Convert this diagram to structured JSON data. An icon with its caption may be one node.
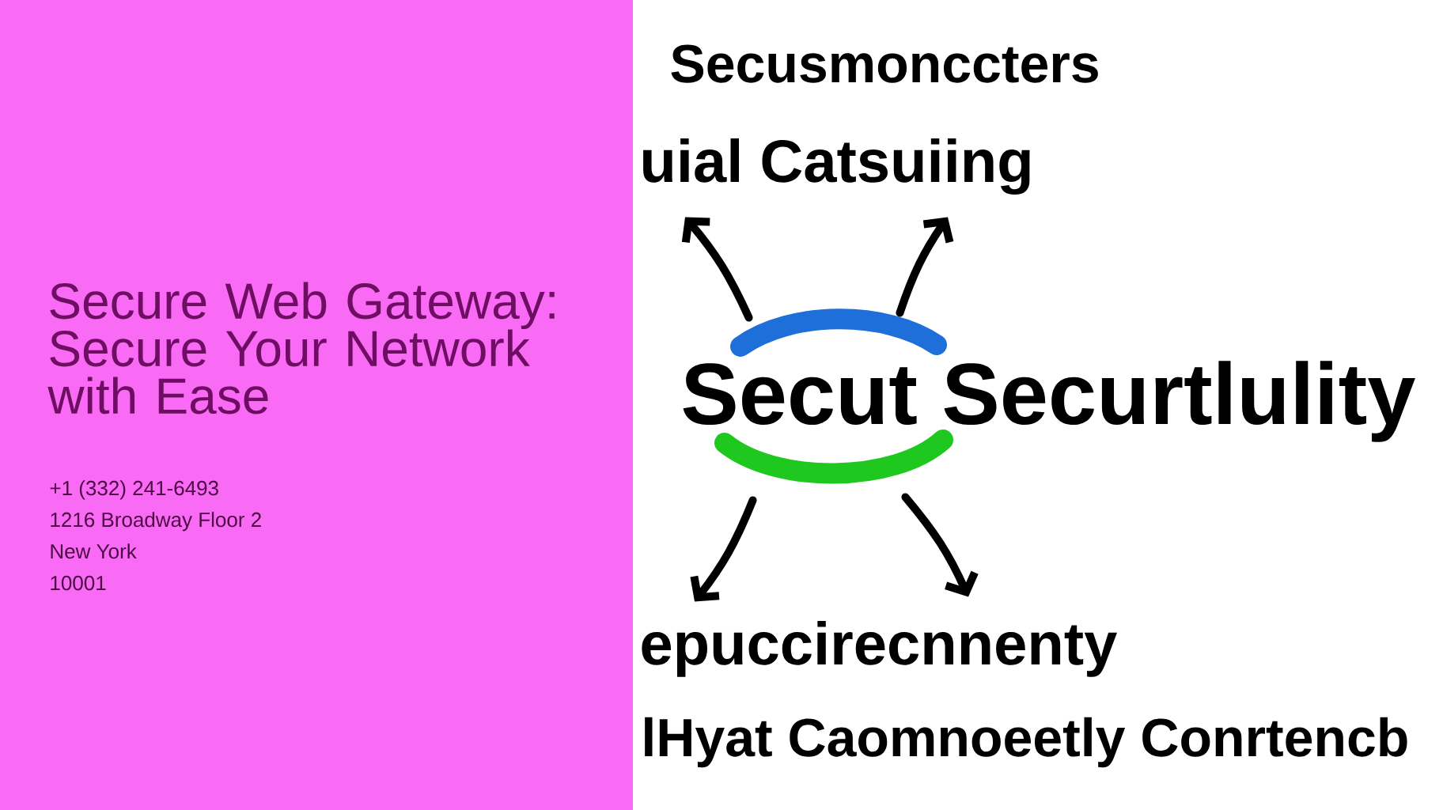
{
  "diagram": {
    "title": "Secure Web Gateway: Secure Your Network with Ease",
    "nodes": [
      {
        "text": [
          "uial Catsuiing"
        ]
      },
      {
        "text": [],
        "shape": "arc"
      },
      {
        "text": [
          "Secut Securtlulity"
        ]
      },
      {
        "text": [],
        "shape": "arc"
      },
      {
        "text": [
          "epuccirecnnenty"
        ]
      }
    ],
    "edges": [
      {
        "from": 1,
        "to": 0,
        "arrow": "to"
      },
      {
        "from": 1,
        "to": 0,
        "arrow": "to"
      },
      {
        "from": 3,
        "to": 4,
        "arrow": "to"
      },
      {
        "from": 3,
        "to": 4,
        "arrow": "to"
      }
    ],
    "labels": [
      "+1 (332) 241-6493",
      "1216 Broadway Floor 2",
      "New York",
      "10001",
      "Secusmonccters",
      "lHyat Caomnoeetly Conrtencb"
    ]
  }
}
